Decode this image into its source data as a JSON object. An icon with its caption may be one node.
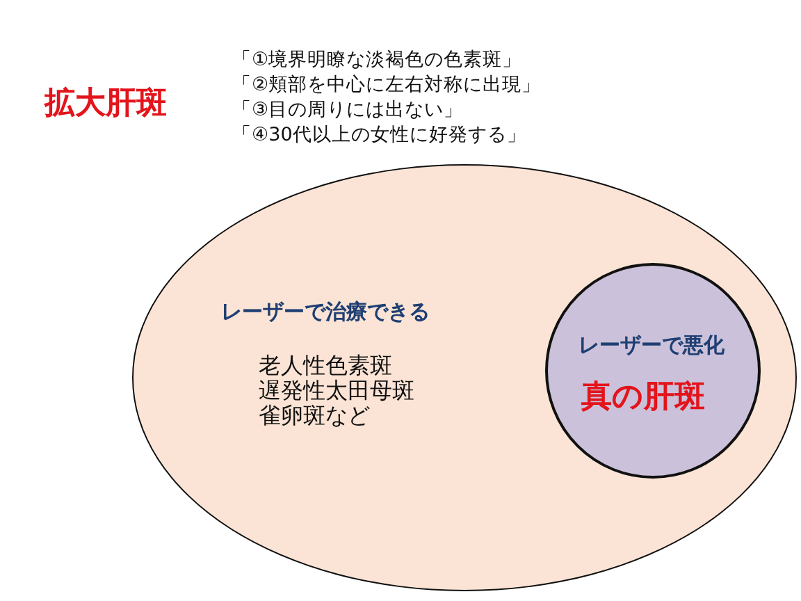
{
  "diagram": {
    "title": "拡大肝斑",
    "nodes": [
      {
        "text": [
          "レーザーで治療できる",
          "老人性色素斑",
          "遅発性太田母斑",
          "雀卵斑など"
        ]
      },
      {
        "text": [
          "レーザーで悪化",
          "真の肝斑"
        ],
        "in": 0
      }
    ],
    "labels": [
      "「①境界明瞭な淡褐色の色素斑」",
      "「②頬部を中心に左右対称に出現」",
      "「③目の周りには出ない」",
      "「④30代以上の女性に好発する」"
    ]
  }
}
